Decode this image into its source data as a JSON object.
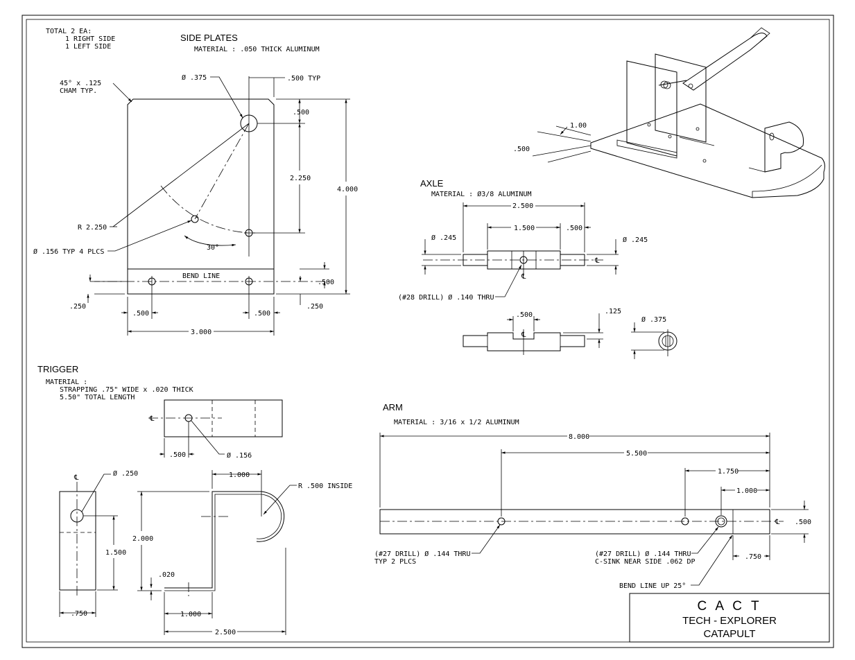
{
  "side_plates": {
    "title": "SIDE PLATES",
    "material": "MATERIAL : .050 THICK ALUMINUM",
    "qty_line1": "TOTAL 2 EA:",
    "qty_line2": "1 RIGHT SIDE",
    "qty_line3": "1 LEFT SIDE",
    "cham_line1": "45° x .125",
    "cham_line2": "CHAM TYP.",
    "hole_dia": "Ø .375",
    "dim_500_typ": ".500 TYP",
    "dim_500_top": ".500",
    "dim_2250": "2.250",
    "dim_4000": "4.000",
    "radius": "R 2.250",
    "small_holes": "Ø .156 TYP 4 PLCS",
    "angle": "30°",
    "bend_line": "BEND LINE",
    "dim_500_side": ".500",
    "dim_250_left": ".250",
    "dim_250_right": ".250",
    "dim_500_bl": ".500",
    "dim_500_br": ".500",
    "dim_3000": "3.000"
  },
  "axle": {
    "title": "AXLE",
    "material": "MATERIAL : Ø3/8 ALUMINUM",
    "dim_2500": "2.500",
    "dim_1500": "1.500",
    "dim_500": ".500",
    "dia_left": "Ø .245",
    "dia_right": "Ø .245",
    "drill": "(#28 DRILL) Ø .140 THRU",
    "dim_500_slot": ".500",
    "dim_125": ".125",
    "dia_end": "Ø .375",
    "cl": "℄"
  },
  "trigger": {
    "title": "TRIGGER",
    "material_label": "MATERIAL :",
    "material_line1": "STRAPPING .75\" WIDE x .020 THICK",
    "material_line2": "5.50\" TOTAL LENGTH",
    "dim_500": ".500",
    "hole_156": "Ø .156",
    "hole_250": "Ø .250",
    "dim_1500": "1.500",
    "dim_750": ".750",
    "dim_1000_top": "1.000",
    "radius": "R .500 INSIDE",
    "dim_2000": "2.000",
    "dim_020": ".020",
    "dim_1000_bottom": "1.000",
    "dim_2500": "2.500"
  },
  "arm": {
    "title": "ARM",
    "material": "MATERIAL : 3/16 x 1/2 ALUMINUM",
    "dim_8000": "8.000",
    "dim_5500": "5.500",
    "dim_1750": "1.750",
    "dim_1000": "1.000",
    "dim_500": ".500",
    "dim_750": ".750",
    "drill_left_1": "(#27 DRILL) Ø .144 THRU",
    "drill_left_2": "TYP 2 PLCS",
    "drill_right_1": "(#27 DRILL) Ø .144 THRU",
    "drill_right_2": "C-SINK NEAR SIDE .062 DP",
    "bend_line": "BEND LINE UP 25°"
  },
  "iso_view": {
    "dim_100": "1.00",
    "dim_500": ".500"
  },
  "title_block": {
    "org": "C A C T",
    "line1": "TECH - EXPLORER",
    "line2": "CATAPULT"
  }
}
